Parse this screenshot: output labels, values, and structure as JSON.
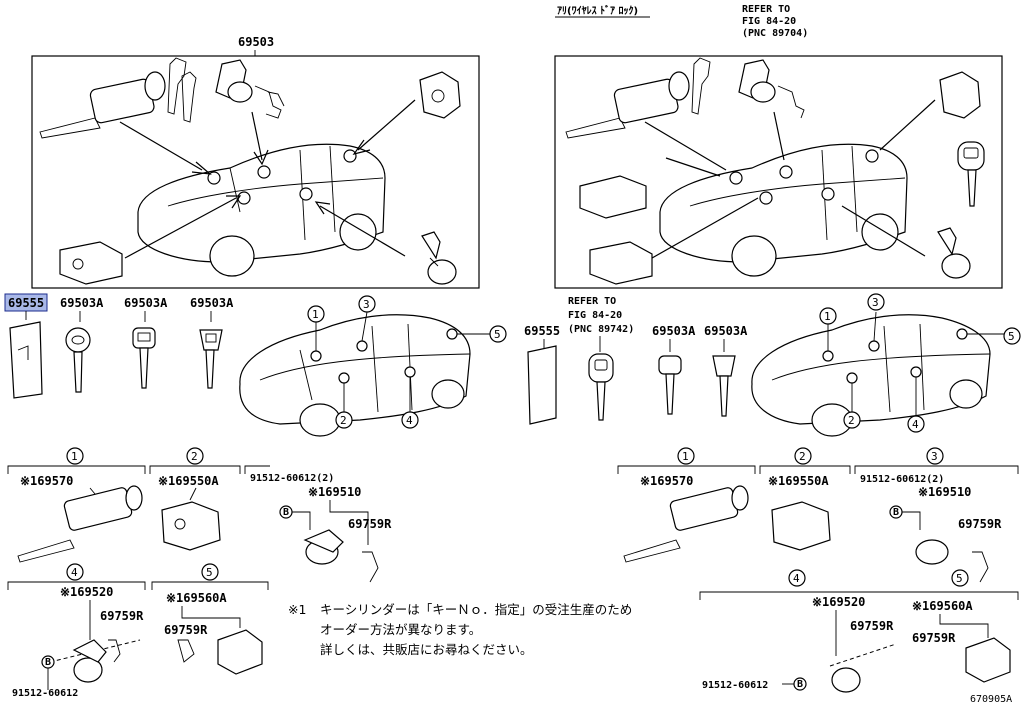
{
  "left": {
    "assembly_label": "69503",
    "key_labels": [
      "69555",
      "69503A",
      "69503A",
      "69503A"
    ],
    "circles": [
      "1",
      "2",
      "3",
      "4",
      "5"
    ],
    "groups": [
      {
        "circle": "1",
        "part": "※169570"
      },
      {
        "circle": "2",
        "part": "※169550A"
      },
      {
        "circle": "4",
        "part": "※169520",
        "sub": "69759R",
        "bolt": "91512-60612"
      },
      {
        "circle": "5",
        "part": "※169560A",
        "sub": "69759R"
      }
    ],
    "group3": {
      "bolt": "91512-60612(2)",
      "part": "※169510",
      "sub": "69759R"
    }
  },
  "right": {
    "header_jp": "ｱﾘ(ﾜｲﾔﾚｽ ﾄﾞｱ ﾛｯｸ)",
    "refer_top": [
      "REFER TO",
      "FIG 84-20",
      "(PNC 89704)"
    ],
    "refer_key": [
      "REFER TO",
      "FIG 84-20",
      "(PNC 89742)"
    ],
    "key_labels": [
      "69555",
      "69503A",
      "69503A"
    ],
    "circles": [
      "1",
      "2",
      "3",
      "4",
      "5"
    ],
    "groups": [
      {
        "circle": "1",
        "part": "※169570"
      },
      {
        "circle": "2",
        "part": "※169550A"
      },
      {
        "circle": "3",
        "part": "※169510",
        "sub": "69759R",
        "bolt": "91512-60612(2)",
        "sub_circle": "5"
      },
      {
        "circle": "4",
        "part": "※169520",
        "sub": "69759R",
        "bolt": "91512-60612"
      },
      {
        "part": "※169560A",
        "sub": "69759R"
      }
    ]
  },
  "bolt_marker": "B",
  "note": {
    "mark": "※1",
    "lines": [
      "キーシリンダーは「キーＮｏ．指定」の受注生産のため",
      "オーダー方法が異なります。",
      "詳しくは、共販店にお尋ねください。"
    ]
  },
  "diagram_id": "670905A"
}
